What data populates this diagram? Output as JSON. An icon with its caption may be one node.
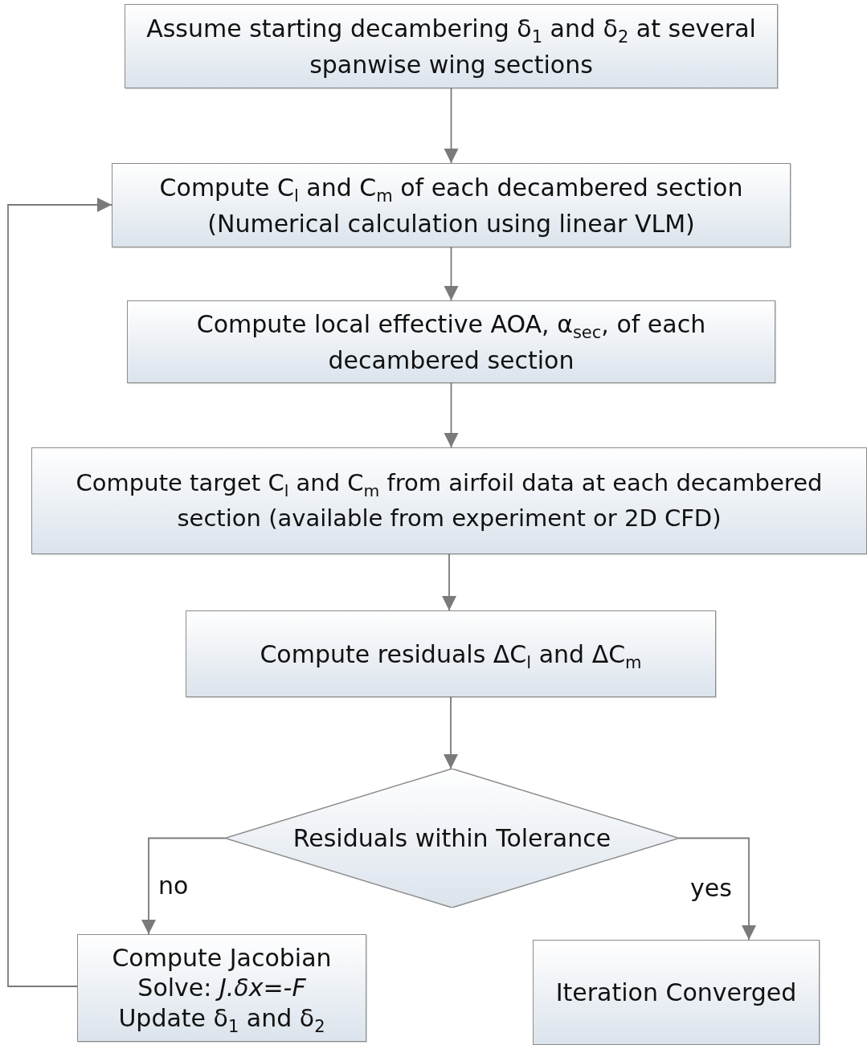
{
  "diagram": {
    "nodes": [
      {
        "text": [
          "Assume starting decambering δ$_{1}$ and δ$_{2}$ at several spanwise wing sections"
        ]
      },
      {
        "text": [
          "Compute C$_{l}$ and C$_{m}$ of each decambered section (Numerical calculation using linear VLM)"
        ]
      },
      {
        "text": [
          "Compute local effective AOA, α$_{sec}$, of each decambered section"
        ]
      },
      {
        "text": [
          "Compute target C$_{l}$ and C$_{m}$ from airfoil data at each decambered section (available from experiment or 2D CFD)"
        ]
      },
      {
        "text": [
          "Compute residuals  ΔC$_{l}$ and ΔC$_{m}$"
        ]
      },
      {
        "text": [
          "Residuals within Tolerance"
        ]
      },
      {
        "text": [
          "Compute Jacobian",
          "Solve: *J.δx=-F*",
          "Update δ$_{1}$ and δ$_{2}$"
        ]
      },
      {
        "text": [
          "Iteration Converged"
        ]
      }
    ],
    "edges": [
      {
        "from": 0,
        "to": 1,
        "arrow": "to"
      },
      {
        "from": 1,
        "to": 2,
        "arrow": "to"
      },
      {
        "from": 2,
        "to": 3,
        "arrow": "to"
      },
      {
        "from": 3,
        "to": 4,
        "arrow": "to"
      },
      {
        "from": 4,
        "to": 5,
        "arrow": "to"
      },
      {
        "from": 5,
        "to": 6,
        "arrow": "to",
        "label": "no"
      },
      {
        "from": 5,
        "to": 7,
        "arrow": "to",
        "label": "yes"
      },
      {
        "from": 6,
        "to": 1,
        "arrow": "to"
      }
    ]
  }
}
